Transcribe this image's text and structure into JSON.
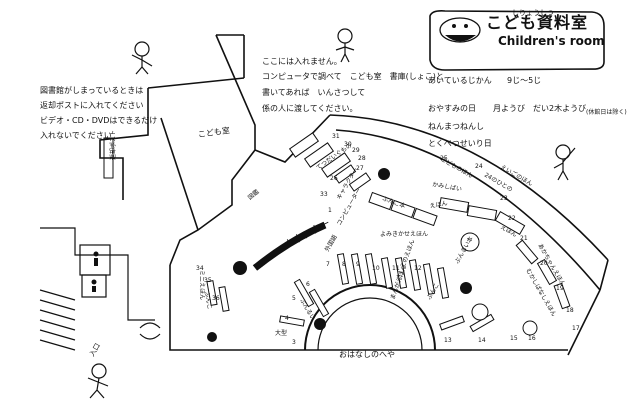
{
  "header": {
    "title_jp": "こども資料室",
    "title_en": "Children's room",
    "ruby": "しりょうしつ"
  },
  "left_note": {
    "lines": [
      "図書館がしまっているときは",
      "返却ポストに入れてください",
      "ビデオ・CD・DVDはできるだけ",
      "入れないでください"
    ]
  },
  "center_note": {
    "lines": [
      "ここには入れません。",
      "コンピュータで調べて　こども室　書庫(しょこ)と",
      "書いてあれば　いんさつして",
      "係の人に渡してください。"
    ]
  },
  "info": {
    "hours_label": "あいているじかん",
    "hours_value": "9じ～5じ",
    "closed_label": "おやすみの日",
    "closed_value": "月ようび　だい2木ようび",
    "closed_note": "(休館日は除く)",
    "year_end": "ねんまつねんし",
    "special": "とくべつせいり日"
  },
  "rooms": {
    "kodomo": "こども室",
    "counter": "カウンター",
    "ohanashi": "おはなしのへや",
    "book_return": "返却ポスト",
    "entrance": "入口"
  },
  "shelves": [
    "えほん",
    "えほん",
    "てつだいぐもの",
    "ぶんこ本",
    "かみしばい",
    "キャラクター",
    "ぶんこ",
    "外国語",
    "ミニえほん",
    "こどものほん",
    "えいごのほん",
    "あかちゃんえほん",
    "よみきかせえほん",
    "24のひとの",
    "むかしばなしえほん",
    "さしえのえほん",
    "まんがえほん",
    "図鑑",
    "コンピューター",
    "ぶんるい本",
    "ぶんるい",
    "ぶんこ",
    "大型"
  ],
  "shelf_numbers": [
    "31",
    "30",
    "29",
    "28",
    "27",
    "26",
    "25",
    "24",
    "23",
    "22",
    "21",
    "20",
    "19",
    "18",
    "17",
    "16",
    "15",
    "14",
    "13",
    "12",
    "11",
    "10",
    "9",
    "8",
    "7",
    "6",
    "5",
    "4",
    "3",
    "2",
    "1",
    "33",
    "34",
    "35",
    "36"
  ],
  "icons": [
    "kid-waving-icon",
    "kid-standing-icon",
    "kid-pointing-icon",
    "kid-running-icon",
    "bird-logo-icon",
    "restroom-icon"
  ]
}
